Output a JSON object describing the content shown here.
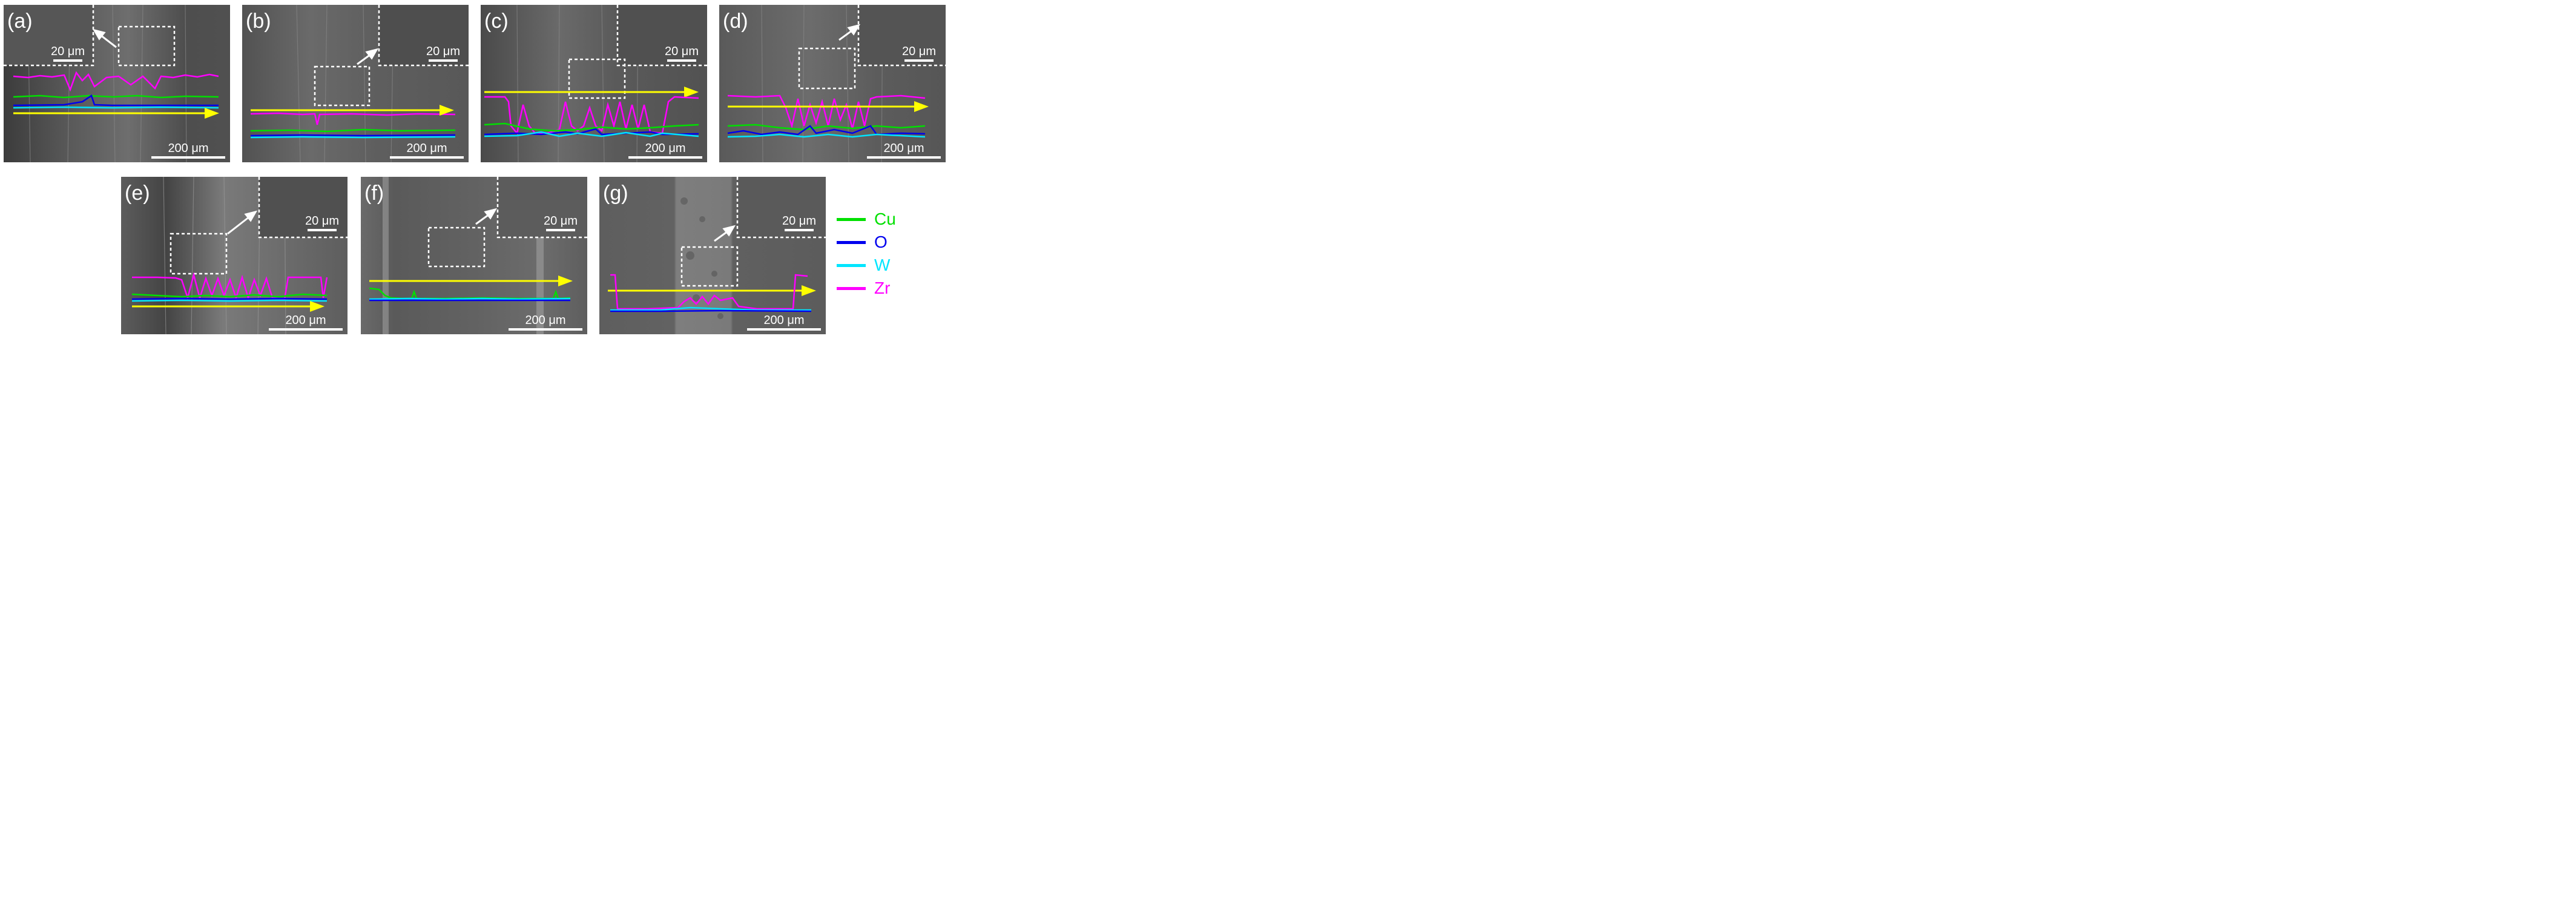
{
  "figure": {
    "panel_labels": [
      "(a)",
      "(b)",
      "(c)",
      "(d)",
      "(e)",
      "(f)",
      "(g)"
    ],
    "main_scale_bar": "200 μm",
    "inset_scale_bar": "20 μm",
    "legend": [
      {
        "label": "Cu",
        "color": "#00e000"
      },
      {
        "label": "O",
        "color": "#0000ee"
      },
      {
        "label": "W",
        "color": "#00e5ff"
      },
      {
        "label": "Zr",
        "color": "#ff00ff"
      }
    ],
    "line_scan_arrow_color": "#ffff00"
  }
}
